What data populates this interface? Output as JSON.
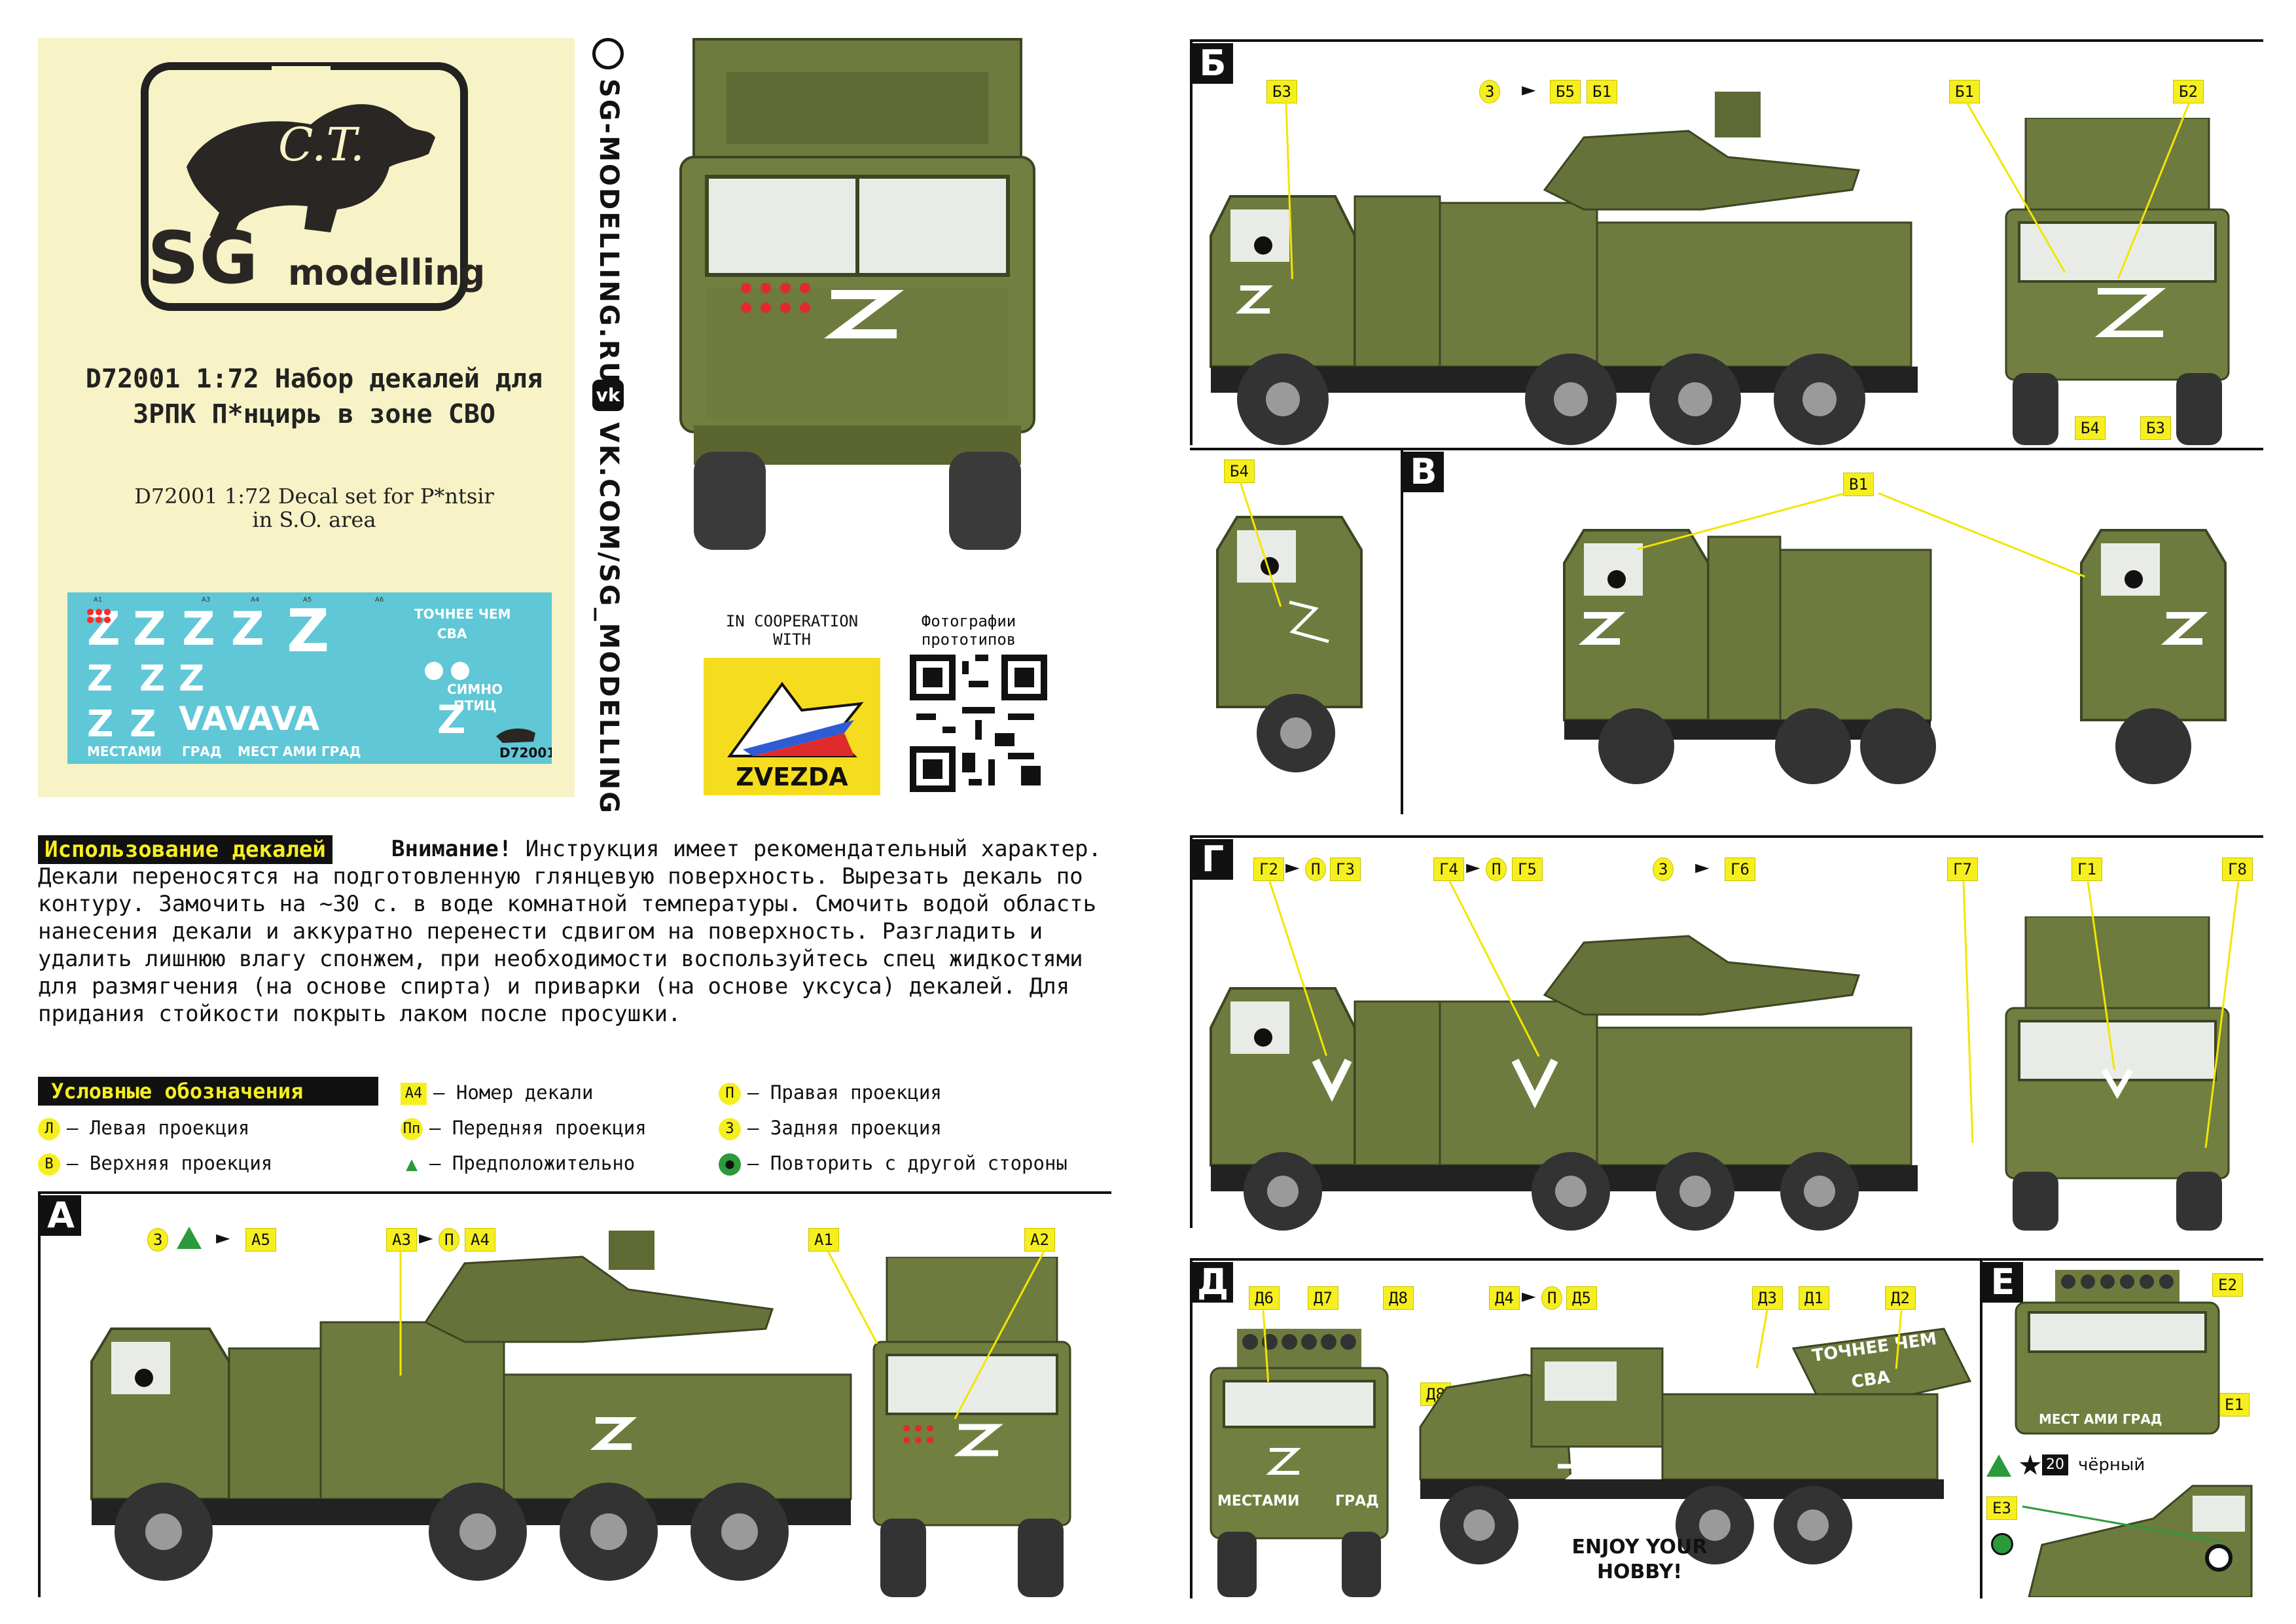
{
  "colors": {
    "bg_panel": "#f7f3c6",
    "olive": "#6e7b3e",
    "olive_dark": "#4f5a2c",
    "tag_yellow": "#f6ef1f",
    "black": "#111111",
    "decal_sheet": "#5fc7d6"
  },
  "brand": {
    "initials": "SG",
    "word": "modelling",
    "site": "SG-MODELLING.RU",
    "vk": "VK.COM/SG_MODELLING"
  },
  "title_ru": "D72001 1:72 Набор декалей для ЗРПК П*нцирь в зоне СВО",
  "title_en": "D72001 1:72 Decal set for P*ntsir in S.O. area",
  "coop": "IN COOPERATION WITH",
  "zvezda": "ZVEZDA",
  "photos": "Фотографии прототипов",
  "decal_sheet": {
    "labels_row1": [
      "A1",
      "A3",
      "A4",
      "A5",
      "A6"
    ],
    "text_tochnee": "ТОЧНЕЕ ЧЕМ",
    "text_sva": "СВА",
    "text_simno": "СИМНО",
    "text_ptitsa": "ПТИЦ",
    "text_mestami": "МЕСТАМИ",
    "text_grad": "ГРАД",
    "text_mestami2": "МЕСТ АМИ ГРАД",
    "code": "D72001"
  },
  "usage": {
    "heading": "Использование декалей",
    "warning": "Внимание!",
    "text": "Инструкция имеет рекомендательный характер. Декали переносятся на подготовленную глянцевую поверхность. Вырезать декаль по контуру. Замочить на ~30 с. в воде комнатной температуры. Смочить водой область нанесения декали и аккуратно перенести сдвигом на поверхность. Разгладить и удалить лишнюю влагу спонжем, при необходимости воспользуйтесь спец жидкостями для размягчения (на основе спирта) и приварки (на основе уксуса) декалей. Для придания стойкости покрыть лаком после просушки."
  },
  "legend": {
    "heading": "Условные обозначения",
    "items": [
      {
        "chip": "А4",
        "text": "– Номер декали"
      },
      {
        "chip": "П",
        "text": "– Правая проекция"
      },
      {
        "chip": "Л",
        "text": "– Левая проекция"
      },
      {
        "chip": "Пп",
        "text": "– Передняя проекция"
      },
      {
        "chip": "З",
        "text": "– Задняя проекция"
      },
      {
        "chip": "В",
        "text": "– Верхняя проекция"
      },
      {
        "chip": "▲",
        "text": "– Предположительно"
      },
      {
        "chip": "●",
        "text": "– Повторить с другой стороны"
      }
    ]
  },
  "sections": {
    "A": {
      "letter": "А",
      "tags": [
        "З",
        "А5",
        "А3",
        "П",
        "А4",
        "А1",
        "А2"
      ]
    },
    "B": {
      "letter": "Б",
      "tags": [
        "Б3",
        "З",
        "Б5",
        "Б1",
        "Б1",
        "Б2",
        "Б4",
        "Б3",
        "Б4"
      ]
    },
    "V": {
      "letter": "В",
      "tags": [
        "В1"
      ]
    },
    "G": {
      "letter": "Г",
      "tags": [
        "Г2",
        "П",
        "Г3",
        "Г4",
        "П",
        "Г5",
        "З",
        "Г6",
        "Г7",
        "Г1",
        "Г8"
      ]
    },
    "D": {
      "letter": "Д",
      "tags": [
        "Д6",
        "Д7",
        "Д8",
        "Д8",
        "Д4",
        "П",
        "Д5",
        "Д3",
        "Д1",
        "Д2"
      ]
    },
    "E": {
      "letter": "Е",
      "tags": [
        "Е2",
        "Е1",
        "Е3"
      ]
    }
  },
  "d_texts": {
    "tochnee": "ТОЧНЕЕ ЧЕМ",
    "sva": "СВА",
    "mestami": "МЕСТАМИ",
    "grad": "ГРАД",
    "enjoy": "ENJOY YOUR HOBBY!"
  },
  "e_texts": {
    "mestami_grad": "МЕСТ АМИ ГРАД",
    "twenty": "20",
    "chernyi": "чёрный"
  }
}
